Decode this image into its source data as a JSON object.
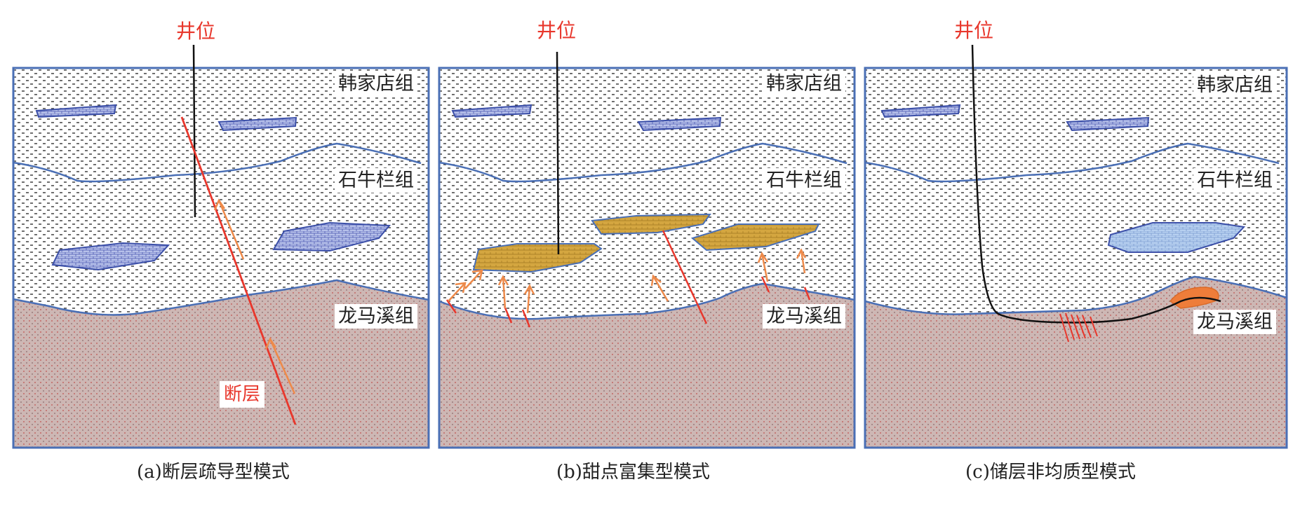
{
  "panels": [
    {
      "well_label": "井位",
      "formations": [
        "韩家店组",
        "石牛栏组",
        "龙马溪组"
      ],
      "fault_label": "断层",
      "caption": "(a)断层疏导型模式"
    },
    {
      "well_label": "井位",
      "formations": [
        "韩家店组",
        "石牛栏组",
        "龙马溪组"
      ],
      "caption": "(b)甜点富集型模式"
    },
    {
      "well_label": "井位",
      "formations": [
        "韩家店组",
        "石牛栏组",
        "龙马溪组"
      ],
      "caption": "(c)储层非均质型模式"
    }
  ],
  "colors": {
    "fault": "#e8372c",
    "arrow": "#ee8a4a",
    "boundary": "#4a6fb5",
    "shale_dash": "#222222",
    "lmx_fill": "#cdb7b4",
    "lmx_dot": "#c0504d",
    "tight_lens_fill": "#9aa8d8",
    "sweet_spot_fill": "#d4a640",
    "hetero_lens_fill": "#a9c6ec",
    "sweet_zone_fill": "#ee7d3a"
  }
}
